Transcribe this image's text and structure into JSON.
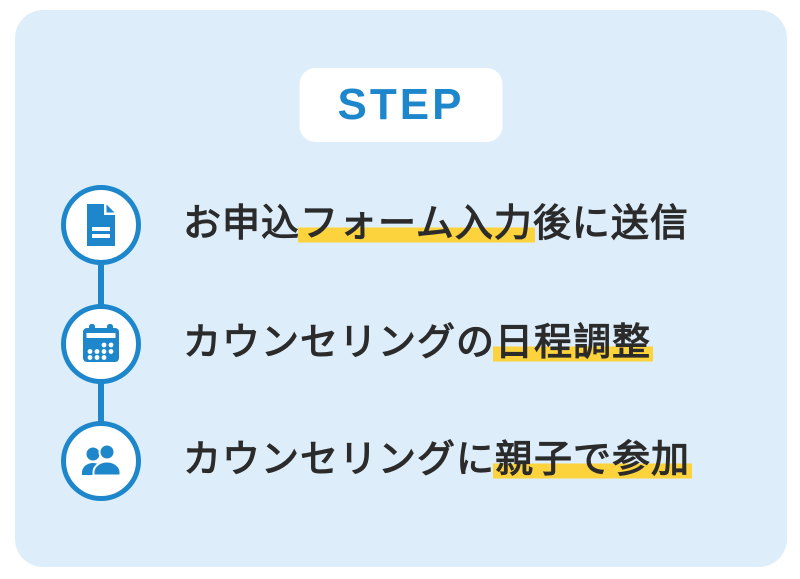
{
  "badge": {
    "label": "STEP"
  },
  "colors": {
    "accent_blue": "#1e87cc",
    "panel_bg": "#ddeefa",
    "highlight_yellow": "#fcd33c",
    "text_dark": "#2b2b2b",
    "badge_bg": "#ffffff"
  },
  "steps": [
    {
      "icon": "document-icon",
      "pre": "お申込",
      "highlight": "フォーム入力",
      "post": "後に送信"
    },
    {
      "icon": "calendar-icon",
      "pre": "カウンセリングの",
      "highlight": "日程調整",
      "post": ""
    },
    {
      "icon": "people-icon",
      "pre": "カウンセリングに",
      "highlight": "親子で参加",
      "post": ""
    }
  ]
}
